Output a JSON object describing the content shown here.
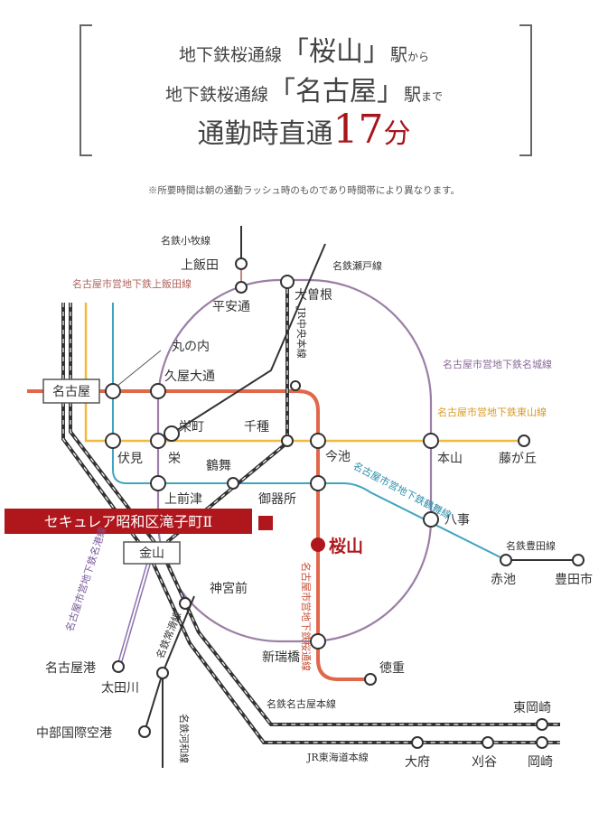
{
  "header": {
    "line1_prefix": "地下鉄桜通線",
    "line1_station": "「桜山」",
    "line1_suffix": "駅",
    "line1_particle": "から",
    "line2_prefix": "地下鉄桜通線",
    "line2_station": "「名古屋」",
    "line2_suffix": "駅",
    "line2_particle": "まで",
    "line3_prefix": "通勤時直通",
    "line3_number": "17",
    "line3_unit": "分"
  },
  "note": "※所要時間は朝の通勤ラッシュ時のものであり時間帯により異なります。",
  "property_label": "セキュレア昭和区滝子町Ⅱ",
  "highlight_station": "桜山",
  "stations": {
    "kamiiida": "上飯田",
    "heianddori": "平安通",
    "ozone": "大曽根",
    "marunouchi": "丸の内",
    "hisaya": "久屋大通",
    "nagoya": "名古屋",
    "sakaemachi": "栄町",
    "chikusa": "千種",
    "fushimi": "伏見",
    "sakae": "栄",
    "imaike": "今池",
    "motoyama": "本山",
    "fujigaoka": "藤が丘",
    "tsurumai": "鶴舞",
    "kamimaezu": "上前津",
    "gokiso": "御器所",
    "yagoto": "八事",
    "kanayama": "金山",
    "akaike": "赤池",
    "toyotashi": "豊田市",
    "jingumae": "神宮前",
    "nagoyako": "名古屋港",
    "otagawa": "太田川",
    "aratamabashi": "新瑞橋",
    "tokushige": "徳重",
    "higashiokazaki": "東岡崎",
    "chubu": "中部国際空港",
    "obu": "大府",
    "kariya": "刈谷",
    "okazaki": "岡崎"
  },
  "lines": {
    "komaki": "名鉄小牧線",
    "kamiiida_line": "名古屋市営地下鉄上飯田線",
    "seto": "名鉄瀬戸線",
    "chuo": "JR中央本線",
    "meijo": "名古屋市営地下鉄名城線",
    "higashiyama": "名古屋市営地下鉄東山線",
    "tsurumai_line": "名古屋市営地下鉄鶴舞線",
    "toyota_line": "名鉄豊田線",
    "meiko": "名古屋市営地下鉄名港線",
    "sakura": "名古屋市営地下鉄桜通線",
    "tokoname": "名鉄常滑線",
    "kowa": "名鉄河和線",
    "meitetsu_main": "名鉄名古屋本線",
    "tokaido": "JR東海道本線"
  },
  "colors": {
    "sakura": "#e0674a",
    "higashiyama": "#f2b941",
    "meijo": "#9b7fa6",
    "tsurumai": "#3fa4c0",
    "kamiiida": "#c8847f",
    "meiko": "#8f73b0",
    "rail": "#333333",
    "property": "#b0171d",
    "header_red": "#a5161c"
  }
}
